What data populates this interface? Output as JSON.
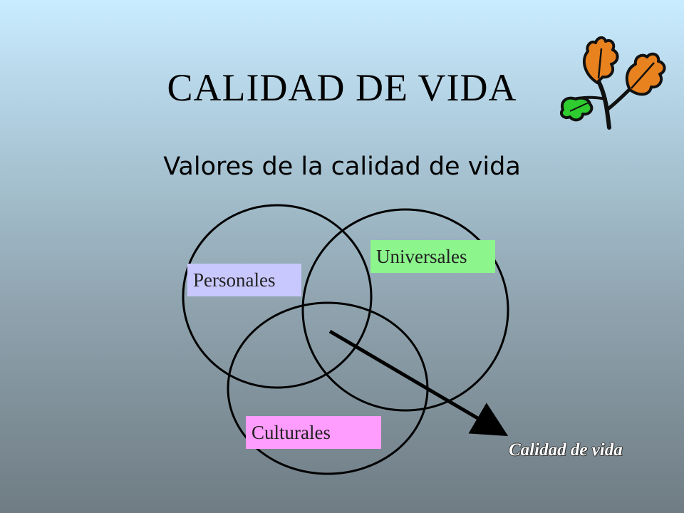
{
  "slide": {
    "title": "CALIDAD DE VIDA",
    "subtitle": "Valores de la calidad de vida"
  },
  "diagram": {
    "sets": [
      {
        "label": "Personales",
        "color": "#c8c8ff"
      },
      {
        "label": "Universales",
        "color": "#8cf58c"
      },
      {
        "label": "Culturales",
        "color": "#ff9dff"
      }
    ],
    "intersection_label": "Calidad de vida"
  },
  "decor": {
    "icon": "oak-leaves-icon",
    "leaf_colors": [
      "#e8821e",
      "#2ecc2e"
    ]
  }
}
